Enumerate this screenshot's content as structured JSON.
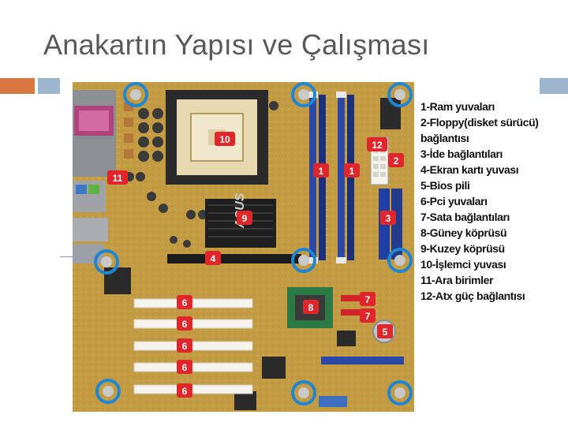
{
  "slide": {
    "title": "Anakartın Yapısı ve Çalışması"
  },
  "markers": [
    {
      "label": "1"
    },
    {
      "label": "1"
    },
    {
      "label": "2"
    },
    {
      "label": "3"
    },
    {
      "label": "4"
    },
    {
      "label": "5"
    },
    {
      "label": "6"
    },
    {
      "label": "6"
    },
    {
      "label": "6"
    },
    {
      "label": "6"
    },
    {
      "label": "6"
    },
    {
      "label": "7"
    },
    {
      "label": "7"
    },
    {
      "label": "8"
    },
    {
      "label": "9"
    },
    {
      "label": "10"
    },
    {
      "label": "11"
    },
    {
      "label": "12"
    }
  ],
  "legend": [
    "1-Ram yuvaları",
    "2-Floppy(disket sürücü)",
    "bağlantısı",
    "3-İde bağlantıları",
    "4-Ekran kartı yuvası",
    "5-Bios pili",
    "6-Pci yuvaları",
    "7-Sata bağlantıları",
    "8-Güney köprüsü",
    "9-Kuzey köprüsü",
    "10-İşlemci yuvası",
    "11-Ara birimler",
    "12-Atx güç bağlantısı"
  ],
  "colors": {
    "title": "#595959",
    "accent_orange": "#d9783e",
    "accent_blue": "#9db6cd",
    "board": "#c9a24a",
    "marker_red": "#e0262a",
    "hole_ring": "#1f86d3"
  },
  "board_brand": "ASUS"
}
